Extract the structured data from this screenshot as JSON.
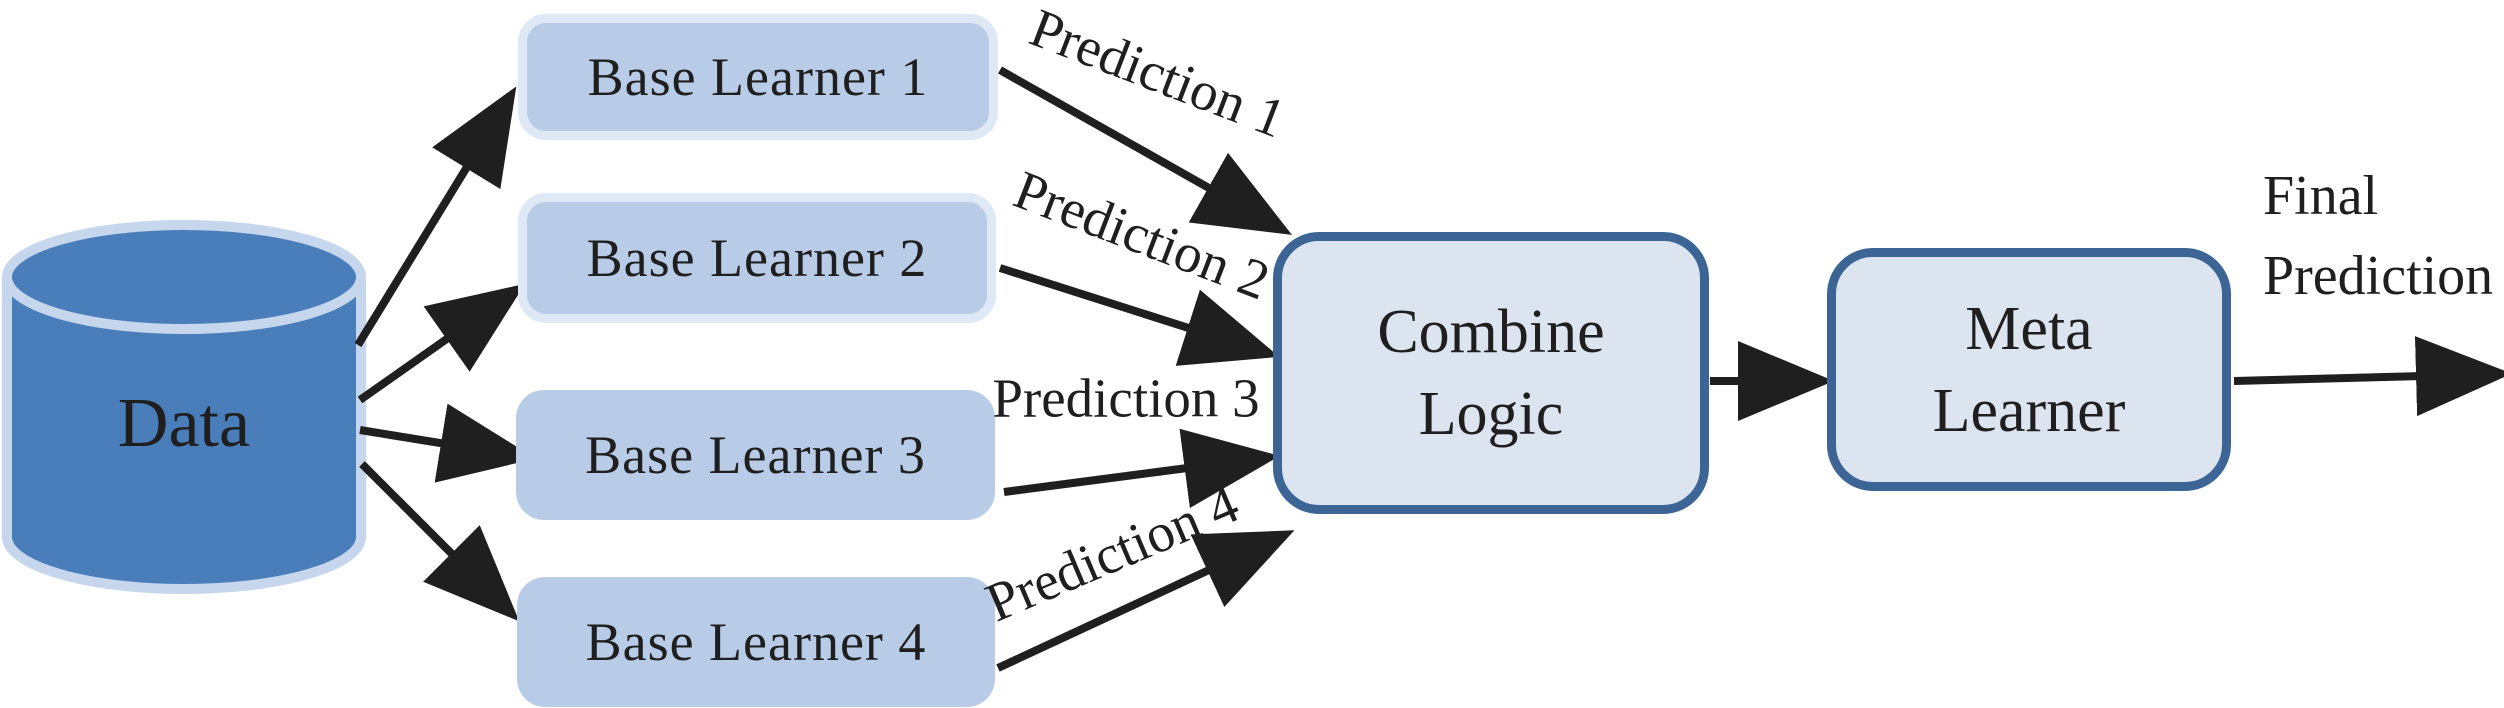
{
  "diagram": {
    "data_store": {
      "label": "Data"
    },
    "base_learners": [
      {
        "label": "Base Learner 1"
      },
      {
        "label": "Base Learner 2"
      },
      {
        "label": "Base Learner 3"
      },
      {
        "label": "Base Learner 4"
      }
    ],
    "prediction_labels": [
      {
        "label": "Prediction 1"
      },
      {
        "label": "Prediction 2"
      },
      {
        "label": "Prediction 3"
      },
      {
        "label": "Prediction 4"
      }
    ],
    "combine_logic": {
      "line1": "Combine",
      "line2": "Logic"
    },
    "meta_learner": {
      "line1": "Meta",
      "line2": "Learner"
    },
    "final_prediction": {
      "line1": "Final",
      "line2": "Prediction"
    },
    "colors": {
      "ink": "#1f1f1f",
      "accent_dark": "#3c6494",
      "box_fill_light": "#dce4f0",
      "learner_fill": "#b9cce7",
      "learner_ring": "#dfe8f5",
      "cylinder_fill": "#4a7ebb",
      "cylinder_ring": "#c6d6ec"
    }
  }
}
